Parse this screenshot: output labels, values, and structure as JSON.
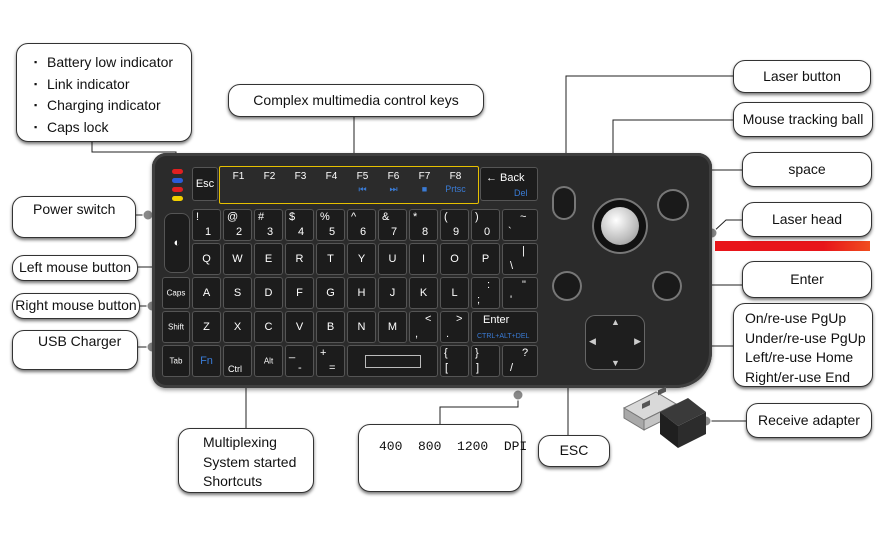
{
  "callouts": {
    "indicators": [
      "Battery low indicator",
      "Link indicator",
      "Charging indicator",
      "Caps lock"
    ],
    "multimedia": "Complex multimedia control keys",
    "power_switch": "Power switch",
    "left_mouse": "Left mouse button",
    "right_mouse": "Right mouse button",
    "usb_charger": "USB Charger",
    "multiplexing": [
      "Multiplexing",
      "System started",
      "Shortcuts"
    ],
    "dpi": "400  800  1200  DPI",
    "esc": "ESC",
    "laser_button": "Laser button",
    "tracking_ball": "Mouse tracking ball",
    "space": "space",
    "laser_head": "Laser head",
    "enter": "Enter",
    "dpad": [
      "On/re-use PgUp",
      "Under/re-use PgUp",
      "Left/re-use Home",
      "Right/er-use End"
    ],
    "receiver": "Receive adapter"
  },
  "keyboard": {
    "esc": "Esc",
    "fkeys": [
      {
        "label": "F1"
      },
      {
        "label": "F2"
      },
      {
        "label": "F3"
      },
      {
        "label": "F4"
      },
      {
        "label": "F5",
        "icon": "⏮"
      },
      {
        "label": "F6",
        "icon": "⏭"
      },
      {
        "label": "F7",
        "icon": "■"
      },
      {
        "label": "F8",
        "icon": "Prtsc"
      }
    ],
    "back": "← Back",
    "back_sub": "Del",
    "number_row": [
      {
        "top": "!",
        "bottom": "1"
      },
      {
        "top": "@",
        "bottom": "2"
      },
      {
        "top": "#",
        "bottom": "3"
      },
      {
        "top": "$",
        "bottom": "4"
      },
      {
        "top": "%",
        "bottom": "5"
      },
      {
        "top": "^",
        "bottom": "6"
      },
      {
        "top": "&",
        "bottom": "7"
      },
      {
        "top": "*",
        "bottom": "8"
      },
      {
        "top": "(",
        "bottom": "9"
      },
      {
        "top": ")",
        "bottom": "0"
      },
      {
        "top": "~",
        "bottom": "`"
      }
    ],
    "row_q": [
      "Q",
      "W",
      "E",
      "R",
      "T",
      "Y",
      "U",
      "I",
      "O",
      "P"
    ],
    "row_q_last": {
      "top": "|",
      "bottom": "\\"
    },
    "caps": "Caps",
    "row_a": [
      "A",
      "S",
      "D",
      "F",
      "G",
      "H",
      "J",
      "K",
      "L"
    ],
    "row_a_semi": {
      "top": ":",
      "bottom": ";"
    },
    "row_a_quote": {
      "top": "\"",
      "bottom": "'"
    },
    "shift": "Shift",
    "row_z": [
      "Z",
      "X",
      "C",
      "V",
      "B",
      "N",
      "M"
    ],
    "row_z_comma": {
      "top": "<",
      "bottom": ","
    },
    "row_z_dot": {
      "top": ">",
      "bottom": "."
    },
    "enter_key": "Enter",
    "enter_sub": "CTRL+ALT+DEL",
    "tab": "Tab",
    "fn": "Fn",
    "ctrl": "Ctrl",
    "alt": "Alt",
    "minus": {
      "top": "_",
      "bottom": "-"
    },
    "plus": {
      "top": "+",
      "bottom": "="
    },
    "bracket_l": {
      "top": "{",
      "bottom": "["
    },
    "bracket_r": {
      "top": "}",
      "bottom": "]"
    },
    "slash": {
      "top": "?",
      "bottom": "/"
    }
  },
  "colors": {
    "highlight": "#e6c000",
    "laser": "#e8151a",
    "fn_blue": "#3a7bd5",
    "led_red": "#e02020",
    "led_blue": "#2a5bd8",
    "led_yellow": "#f2d000"
  }
}
